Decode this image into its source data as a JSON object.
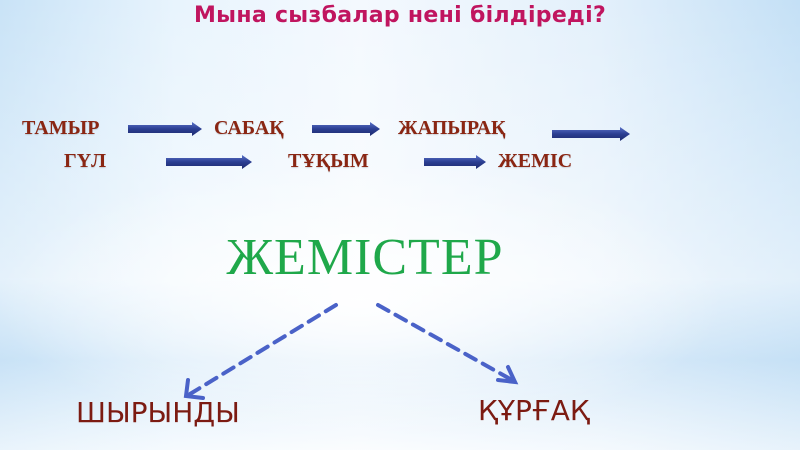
{
  "slide": {
    "title": "Мына сызбалар нені білдіреді?",
    "chain_row1": [
      "ТАМЫР",
      "САБАҚ",
      "ЖАПЫРАҚ"
    ],
    "chain_row2": [
      "ГҮЛ",
      "ТҰҚЫМ",
      "ЖЕМІС"
    ],
    "main_term": "ЖЕМІСТЕР",
    "branches": [
      "ШЫРЫНДЫ",
      "ҚҰРҒАҚ"
    ],
    "icons": {
      "chain_arrow": "right-block-arrow-icon",
      "branch_arrow": "dashed-arrow-icon"
    },
    "colors": {
      "title": "#c0155f",
      "chain_text": "#8a2613",
      "arrow_fill": "#2b3e92",
      "main_term": "#1fa84a",
      "branch_text": "#7c1b12",
      "dashed_arrow": "#4a62c8"
    }
  }
}
